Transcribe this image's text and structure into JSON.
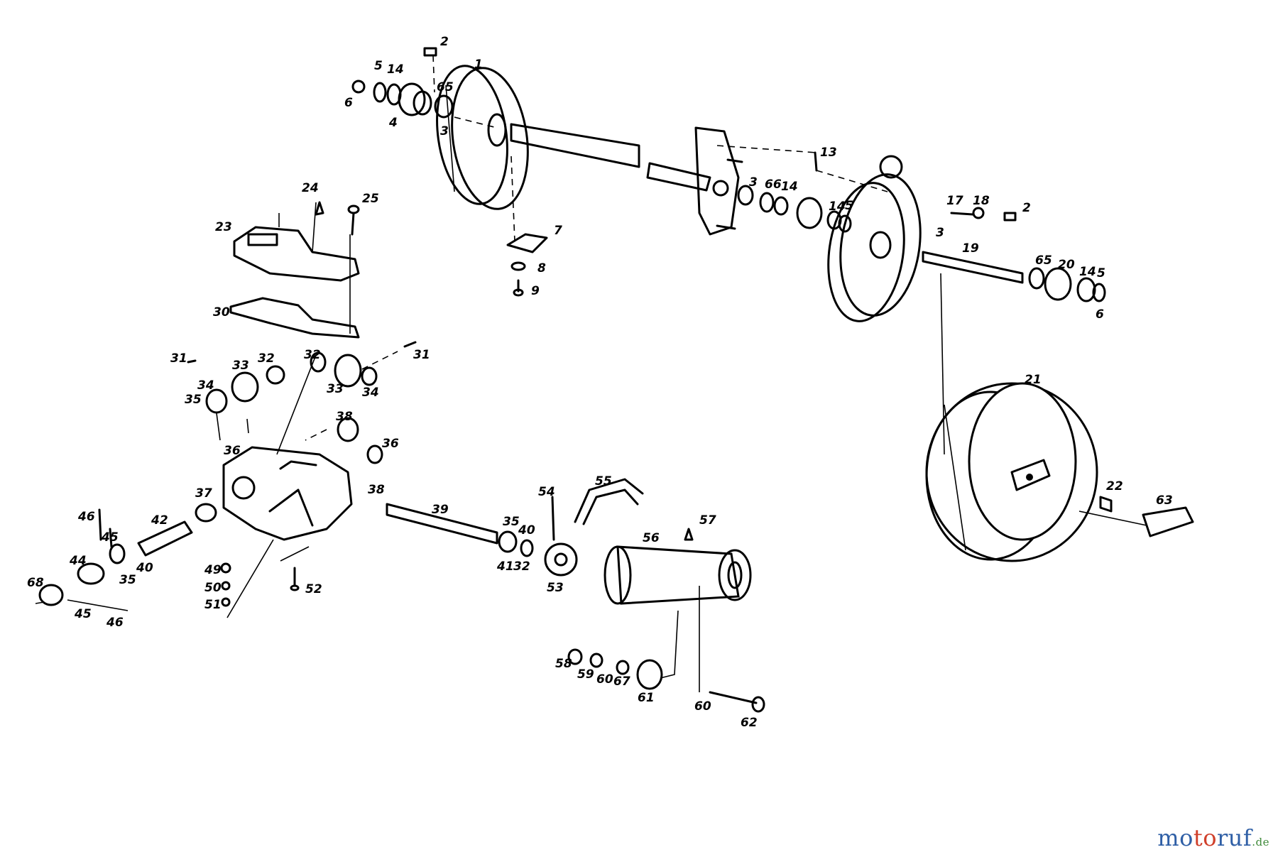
{
  "labels": {
    "l1": "1",
    "l2a": "2",
    "l2b": "2",
    "l3a": "3",
    "l3b": "3",
    "l3c": "3",
    "l4": "4",
    "l5a": "5",
    "l5b": "5",
    "l5c": "5",
    "l6a": "6",
    "l6b": "6",
    "l7": "7",
    "l8": "8",
    "l9": "9",
    "l10a": "40",
    "l10b": "40",
    "l13": "13",
    "l14a": "14",
    "l14b": "14",
    "l14c": "14",
    "l14d": "14",
    "l17": "17",
    "l18": "18",
    "l19": "19",
    "l20": "20",
    "l21": "21",
    "l22": "22",
    "l23": "23",
    "l24": "24",
    "l25": "25",
    "l30": "30",
    "l31a": "31",
    "l31b": "31",
    "l32a": "32",
    "l32b": "32",
    "l32c": "32",
    "l33a": "33",
    "l33b": "33",
    "l34a": "34",
    "l34b": "34",
    "l35a": "35",
    "l35b": "35",
    "l35c": "35",
    "l36a": "36",
    "l36b": "36",
    "l37": "37",
    "l38a": "38",
    "l38b": "38",
    "l39": "39",
    "l41": "41",
    "l42": "42",
    "l44": "44",
    "l45a": "45",
    "l45b": "45",
    "l46a": "46",
    "l46b": "46",
    "l49": "49",
    "l50": "50",
    "l51": "51",
    "l52": "52",
    "l53": "53",
    "l54": "54",
    "l55": "55",
    "l56": "56",
    "l57": "57",
    "l58": "58",
    "l59": "59",
    "l60a": "60",
    "l60b": "60",
    "l61": "61",
    "l62": "62",
    "l63": "63",
    "l65a": "65",
    "l65b": "65",
    "l66": "66",
    "l67": "67",
    "l68": "68"
  },
  "brand": {
    "part1": "mo",
    "part2": "to",
    "part3": "ruf",
    "suffix": ".de"
  }
}
